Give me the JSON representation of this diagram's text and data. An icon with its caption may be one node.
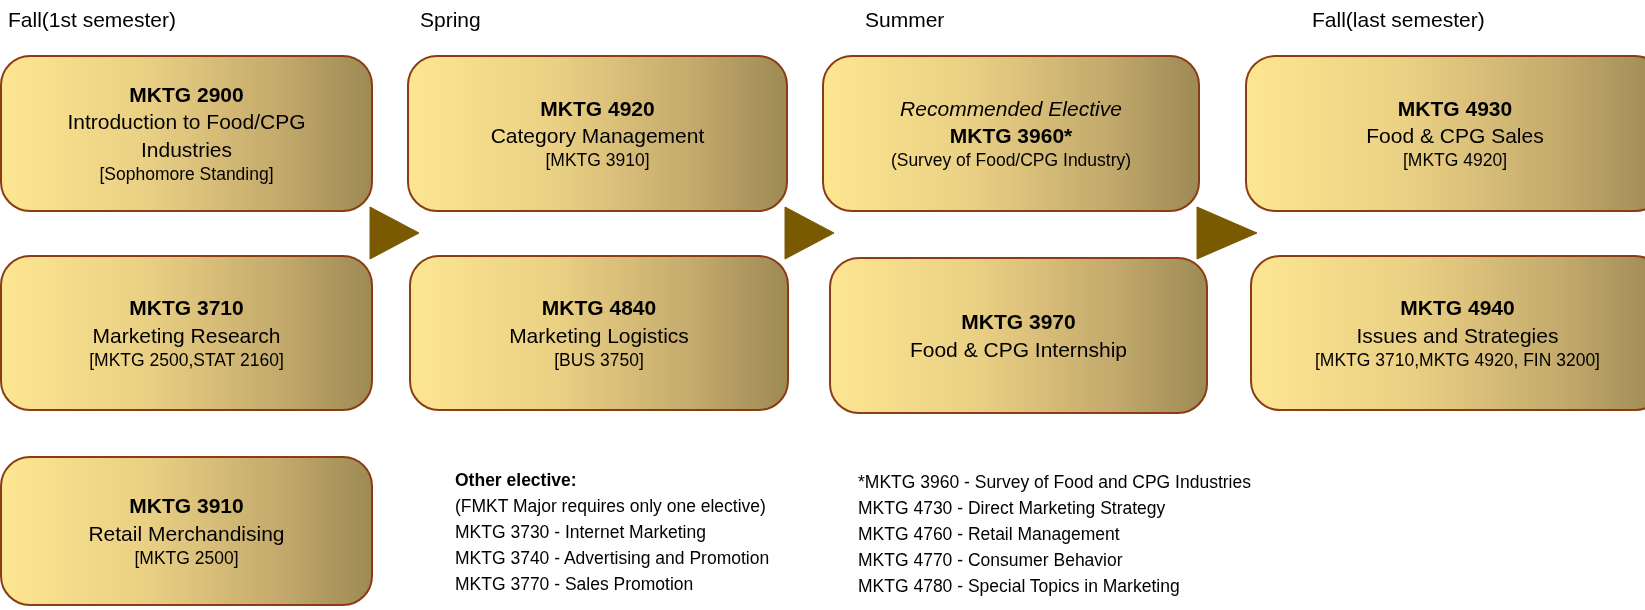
{
  "diagram": {
    "nodes": [
      {
        "text": [
          "MKTG 2900",
          "Introduction to Food/CPG Industries",
          "[Sophomore Standing]"
        ]
      },
      {
        "text": [
          "MKTG 3710",
          "Marketing Research",
          "[MKTG 2500,STAT 2160]"
        ]
      },
      {
        "text": [
          "MKTG 3910",
          "Retail Merchandising",
          "[MKTG 2500]"
        ]
      },
      {
        "text": [
          "MKTG 4920",
          "Category Management",
          "[MKTG 3910]"
        ]
      },
      {
        "text": [
          "MKTG 4840",
          "Marketing Logistics",
          "[BUS 3750]"
        ]
      },
      {
        "text": [
          "Recommended Elective",
          "MKTG 3960*",
          "(Survey of Food/CPG Industry)"
        ]
      },
      {
        "text": [
          "MKTG 3970",
          "Food & CPG Internship"
        ]
      },
      {
        "text": [
          "MKTG 4930",
          "Food & CPG Sales",
          "[MKTG 4920]"
        ]
      },
      {
        "text": [
          "MKTG 4940",
          "Issues and Strategies",
          "[MKTG 3710,MKTG 4920, FIN 3200]"
        ]
      }
    ],
    "edges": [
      {
        "from": 0,
        "to": 3,
        "arrow": "to"
      },
      {
        "from": 3,
        "to": 5,
        "arrow": "to"
      },
      {
        "from": 5,
        "to": 7,
        "arrow": "to"
      }
    ],
    "labels": [
      "Fall(1st semester)",
      "Spring",
      "Summer",
      "Fall(last semester)",
      "Other elective:",
      "(FMKT Major requires only one elective)",
      "MKTG 3730 - Internet Marketing",
      "MKTG 3740 - Advertising and Promotion",
      "MKTG 3770 - Sales Promotion",
      "*MKTG 3960 - Survey of Food and CPG Industries",
      "MKTG 4730 - Direct Marketing Strategy",
      "MKTG 4760 - Retail Management",
      "MKTG 4770 - Consumer Behavior",
      "MKTG 4780 - Special Topics in Marketing"
    ]
  }
}
